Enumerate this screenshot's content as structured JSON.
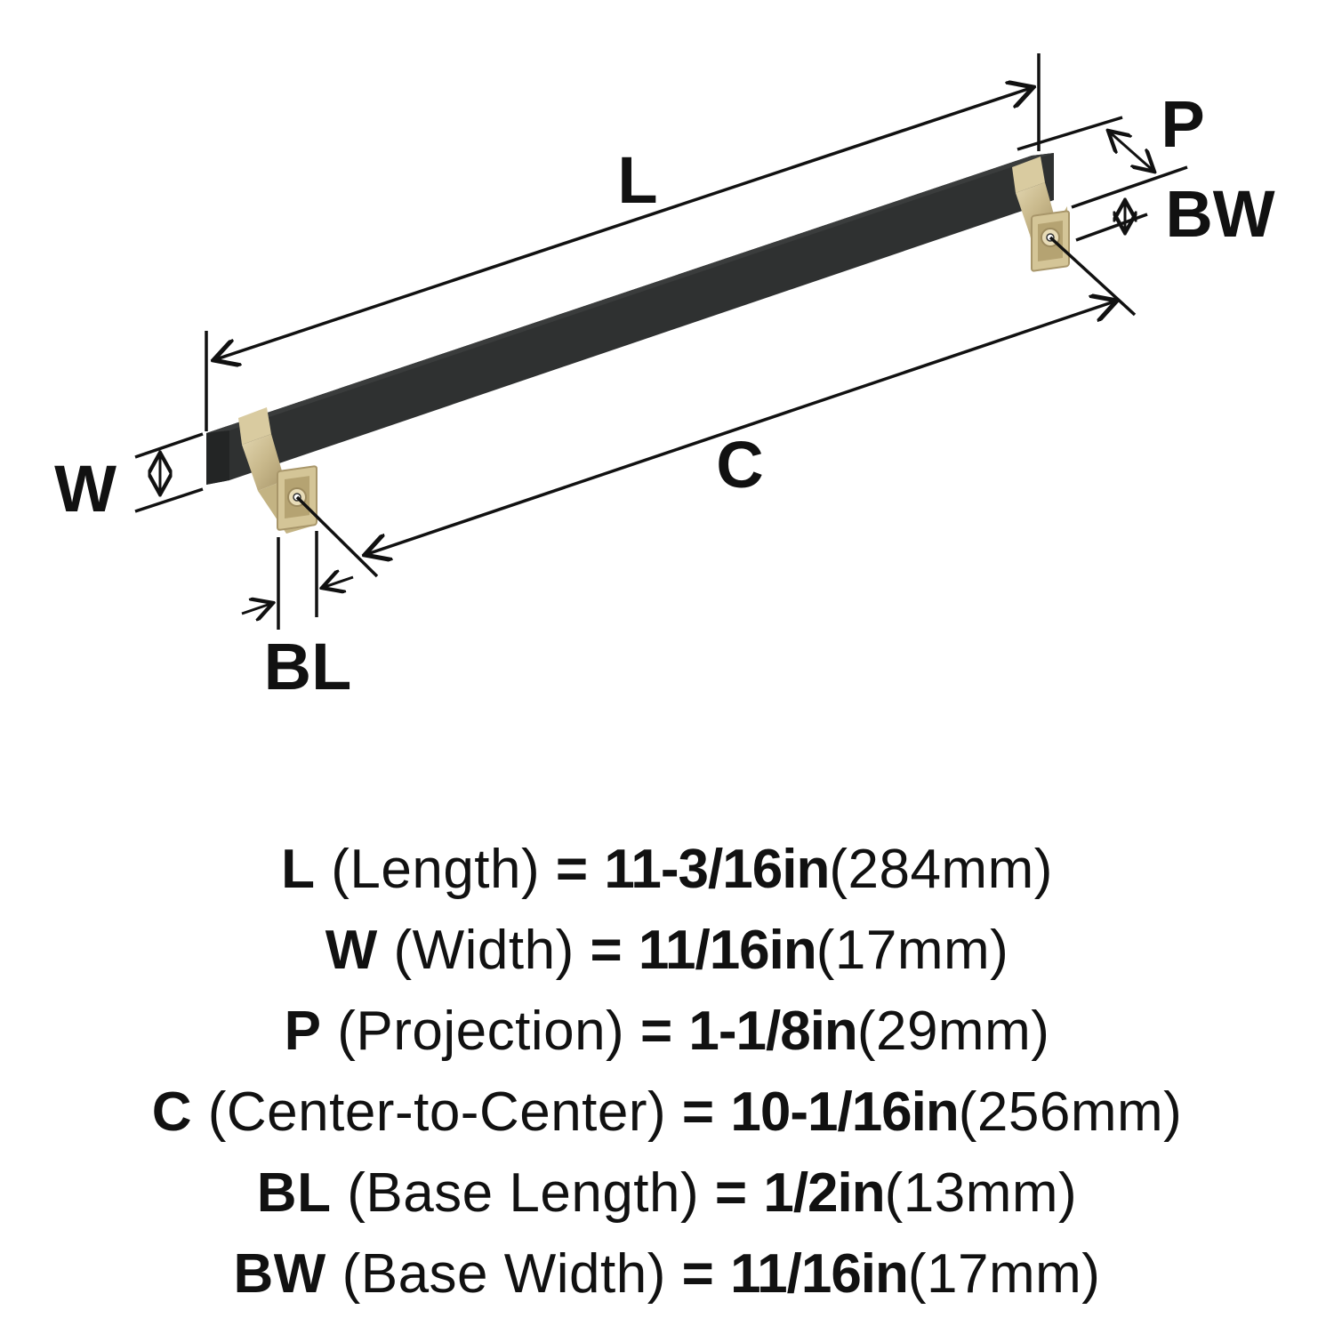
{
  "diagram": {
    "title": "Cabinet pull dimension diagram",
    "colors": {
      "bar": "#2f3131",
      "bar_top": "#3a3c3c",
      "bar_end": "#232525",
      "base_brass": "#c9b98c",
      "base_brass_light": "#ddd0a8",
      "base_brass_dark": "#a8966a",
      "line": "#111111"
    },
    "labels": {
      "L": "L",
      "W": "W",
      "P": "P",
      "BW": "BW",
      "C": "C",
      "BL": "BL"
    }
  },
  "specs": [
    {
      "key": "L",
      "name": "(Length)",
      "eq": "=",
      "imperial": "11-3/16in",
      "metric": "(284mm)"
    },
    {
      "key": "W",
      "name": "(Width)",
      "eq": "=",
      "imperial": "11/16in",
      "metric": "(17mm)"
    },
    {
      "key": "P",
      "name": "(Projection)",
      "eq": "=",
      "imperial": "1-1/8in",
      "metric": "(29mm)"
    },
    {
      "key": "C",
      "name": "(Center-to-Center)",
      "eq": "=",
      "imperial": "10-1/16in",
      "metric": "(256mm)"
    },
    {
      "key": "BL",
      "name": "(Base Length)",
      "eq": "=",
      "imperial": "1/2in",
      "metric": "(13mm)"
    },
    {
      "key": "BW",
      "name": "(Base Width)",
      "eq": "=",
      "imperial": "11/16in",
      "metric": "(17mm)"
    }
  ]
}
